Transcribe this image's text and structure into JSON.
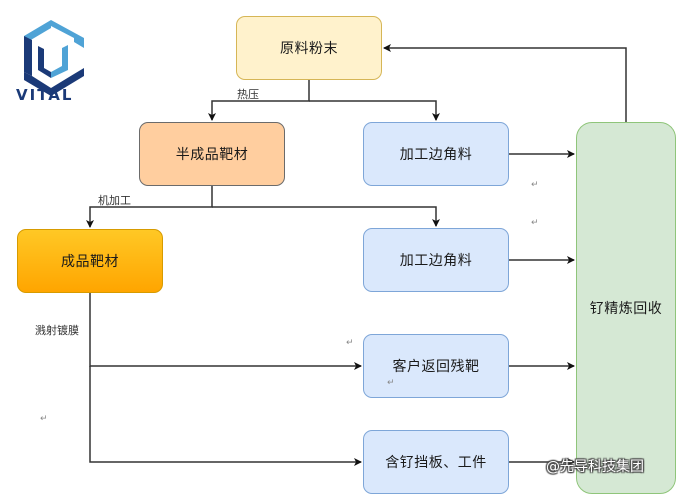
{
  "logo": {
    "text": "VITAL",
    "colors": {
      "dark": "#1b3a78",
      "light": "#4fa3d6"
    }
  },
  "nodes": {
    "raw_powder": "原料粉末",
    "semi_target": "半成品靶材",
    "finished_target": "成品靶材",
    "edge_scrap_1": "加工边角料",
    "edge_scrap_2": "加工边角料",
    "returned_target": "客户返回残靶",
    "ru_parts": "含钌挡板、工件",
    "ru_recovery": "钌精炼回收"
  },
  "edge_labels": {
    "hot_press": "热压",
    "machining": "机加工",
    "sputtering": "溅射镀膜"
  },
  "edges": [
    {
      "from": "raw_powder",
      "to": "semi_target",
      "label": "热压"
    },
    {
      "from": "raw_powder",
      "to": "edge_scrap_1",
      "label": "热压"
    },
    {
      "from": "semi_target",
      "to": "finished_target",
      "label": "机加工"
    },
    {
      "from": "semi_target",
      "to": "edge_scrap_2",
      "label": "机加工"
    },
    {
      "from": "finished_target",
      "to": "returned_target",
      "label": "溅射镀膜"
    },
    {
      "from": "finished_target",
      "to": "ru_parts",
      "label": "溅射镀膜"
    },
    {
      "from": "edge_scrap_1",
      "to": "ru_recovery"
    },
    {
      "from": "edge_scrap_2",
      "to": "ru_recovery"
    },
    {
      "from": "returned_target",
      "to": "ru_recovery"
    },
    {
      "from": "ru_parts",
      "to": "ru_recovery"
    },
    {
      "from": "ru_recovery",
      "to": "raw_powder"
    }
  ],
  "paragraph_mark": "↵",
  "watermark": "@先导科技集团"
}
